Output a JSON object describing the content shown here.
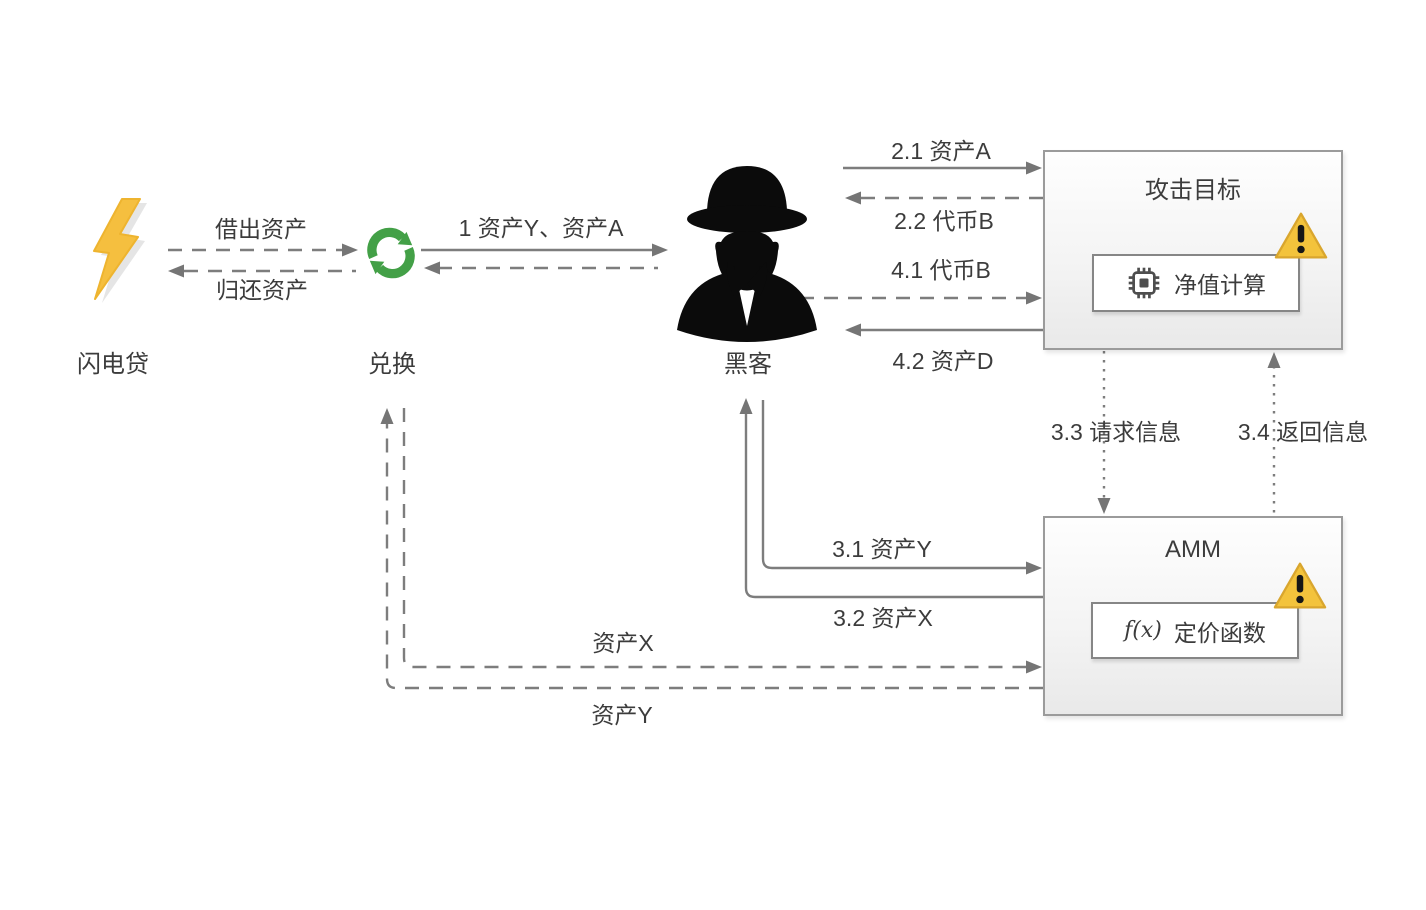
{
  "nodes": {
    "flash_loan": {
      "label": "闪电贷",
      "icon": "lightning-icon"
    },
    "swap": {
      "label": "兑换",
      "icon": "swap-icon"
    },
    "hacker": {
      "label": "黑客",
      "icon": "hacker-icon"
    },
    "attack_target": {
      "title": "攻击目标",
      "module_label": "净值计算",
      "module_icon": "cpu-icon",
      "warning_icon": "warning-icon"
    },
    "amm": {
      "title": "AMM",
      "module_fx": "f(x)",
      "module_label": "定价函数",
      "warning_icon": "warning-icon"
    }
  },
  "edges": {
    "lend": {
      "label": "借出资产",
      "style": "dashed",
      "from": "flash_loan",
      "to": "swap"
    },
    "repay": {
      "label": "归还资产",
      "style": "dashed",
      "from": "swap",
      "to": "flash_loan"
    },
    "step1": {
      "label": "1 资产Y、资产A",
      "style": "solid",
      "from": "swap",
      "to": "hacker"
    },
    "step1_back": {
      "label": "",
      "style": "dashed",
      "from": "hacker",
      "to": "swap"
    },
    "step2_1": {
      "label": "2.1 资产A",
      "style": "solid",
      "from": "hacker",
      "to": "attack_target"
    },
    "step2_2": {
      "label": "2.2 代币B",
      "style": "dashed",
      "from": "attack_target",
      "to": "hacker"
    },
    "step4_1": {
      "label": "4.1 代币B",
      "style": "dashed",
      "from": "hacker",
      "to": "attack_target"
    },
    "step4_2": {
      "label": "4.2 资产D",
      "style": "solid",
      "from": "attack_target",
      "to": "hacker"
    },
    "step3_3": {
      "label": "3.3 请求信息",
      "style": "dotted",
      "from": "attack_target",
      "to": "amm"
    },
    "step3_4": {
      "label": "3.4 返回信息",
      "style": "dotted",
      "from": "amm",
      "to": "attack_target"
    },
    "step3_1": {
      "label": "3.1 资产Y",
      "style": "solid",
      "from": "hacker",
      "to": "amm"
    },
    "step3_2": {
      "label": "3.2 资产X",
      "style": "solid",
      "from": "amm",
      "to": "hacker"
    },
    "asset_x": {
      "label": "资产X",
      "style": "dashed",
      "from": "swap",
      "to": "amm"
    },
    "asset_y": {
      "label": "资产Y",
      "style": "dashed",
      "from": "amm",
      "to": "swap"
    }
  },
  "colors": {
    "line_gray": "#7d7d7d",
    "text_dark": "#3c3c3c",
    "lightning_yellow": "#f5bf3f",
    "swap_green": "#43a047",
    "warning_yellow": "#f3c33c",
    "box_border": "#9b9b9b"
  }
}
